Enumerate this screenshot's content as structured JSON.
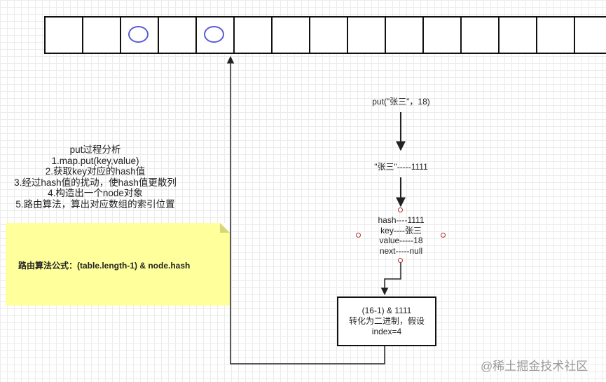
{
  "array": {
    "cell_count": 15,
    "occupied_cells": [
      2,
      4
    ]
  },
  "flow": {
    "put_call": "put(\"张三\"，18)",
    "hash_value": "\"张三\"-----1111",
    "node_fields": [
      "hash----1111",
      "key----张三",
      "value-----18",
      "next-----null"
    ]
  },
  "analysis": {
    "title": "put过程分析",
    "steps": [
      "1.map.put(key,value)",
      "2.获取key对应的hash值",
      "3.经过hash值的扰动，使hash值更散列",
      "4.构造出一个node对象",
      "5.路由算法，算出对应数组的索引位置"
    ]
  },
  "note": {
    "text": "路由算法公式：(table.length-1) & node.hash",
    "color": "#ffff9b"
  },
  "calc_box": {
    "lines": [
      "(16-1) & 1111",
      "转化为二进制，假设",
      "index=4"
    ]
  },
  "watermark": "@稀土掘金技术社区",
  "colors": {
    "node_circle": "#5a5ad8",
    "handle": "#b03030",
    "line": "#222222"
  }
}
